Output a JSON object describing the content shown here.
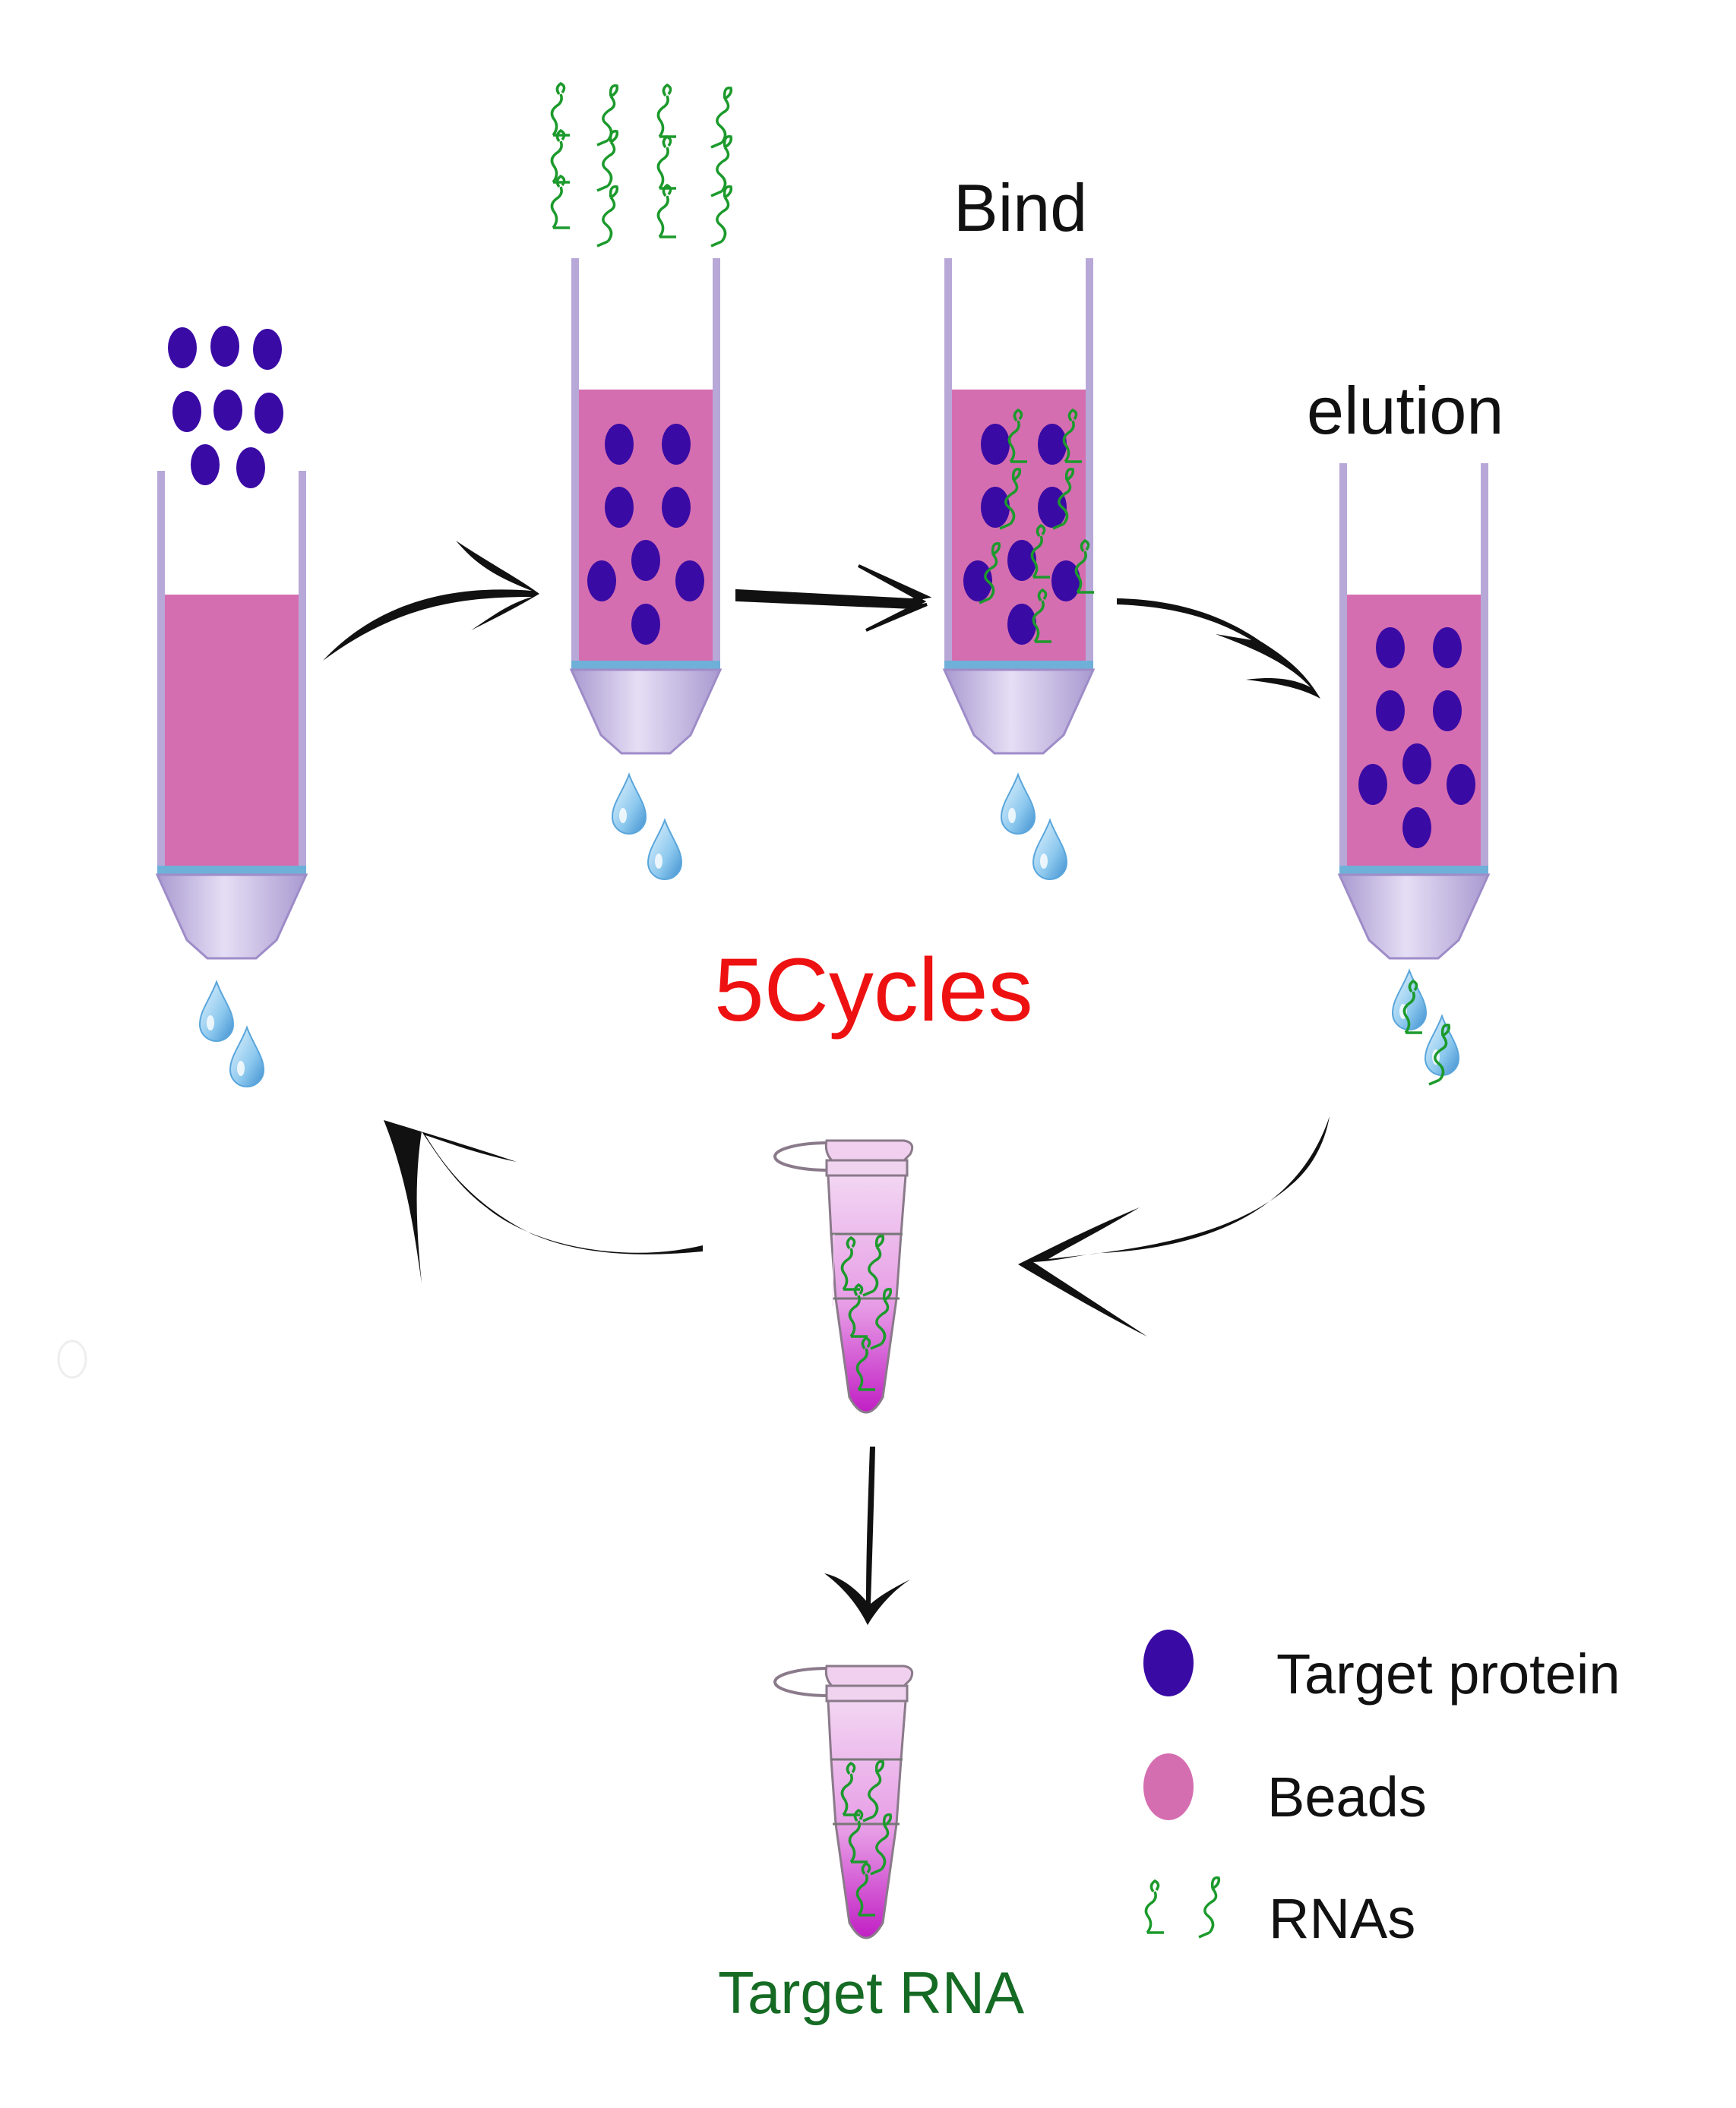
{
  "labels": {
    "bind": "Bind",
    "elution": "elution",
    "cycles": "5Cycles",
    "target_rna": "Target RNA"
  },
  "legend": {
    "items": [
      {
        "label": "Target protein",
        "icon": "target-protein-icon"
      },
      {
        "label": "Beads",
        "icon": "bead-icon"
      },
      {
        "label": "RNAs",
        "icon": "rna-icon"
      }
    ]
  },
  "colors": {
    "protein": "#3a0aa4",
    "beads": "#d56eb0",
    "rna": "#1c9a2c",
    "column": "#b8a8d8",
    "cycles_text": "#ee1111",
    "target_rna_text": "#156b24",
    "arrow": "#111111",
    "droplet": "#8cc8ee"
  }
}
